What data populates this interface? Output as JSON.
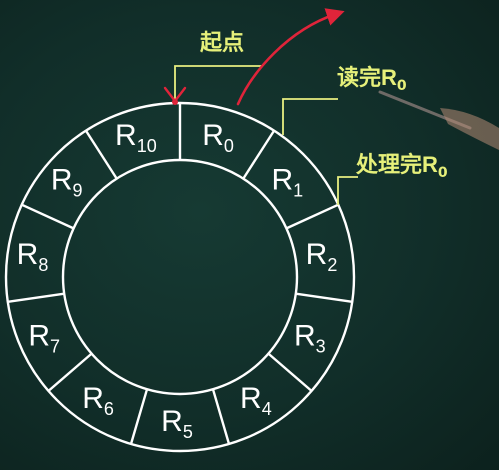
{
  "ring": {
    "prefix": "R",
    "segments": [
      {
        "id": "R0",
        "index": "0"
      },
      {
        "id": "R1",
        "index": "1"
      },
      {
        "id": "R2",
        "index": "2"
      },
      {
        "id": "R3",
        "index": "3"
      },
      {
        "id": "R4",
        "index": "4"
      },
      {
        "id": "R5",
        "index": "5"
      },
      {
        "id": "R6",
        "index": "6"
      },
      {
        "id": "R7",
        "index": "7"
      },
      {
        "id": "R8",
        "index": "8"
      },
      {
        "id": "R9",
        "index": "9"
      },
      {
        "id": "R10",
        "index": "10"
      }
    ]
  },
  "annotations": {
    "start": "起点",
    "read_done": {
      "text": "读完",
      "reg": "R",
      "sub": "0"
    },
    "processed_done": {
      "text": "处理完",
      "reg": "R",
      "sub": "0"
    }
  },
  "colors": {
    "board": "#112e29",
    "chalk": "#ffffff",
    "label_yellow": "#e6f07a",
    "pointer_red": "#e0243a",
    "leader_yellow": "#e8ee80"
  }
}
